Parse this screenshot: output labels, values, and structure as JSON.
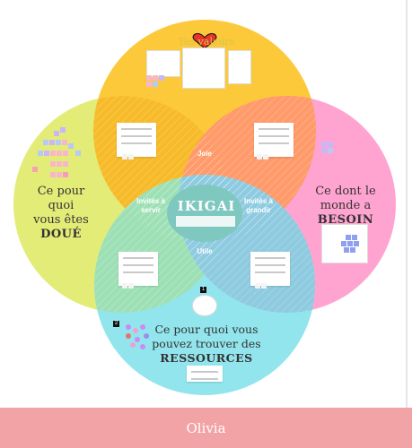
{
  "diagram": {
    "top_label": "Tes valeurs",
    "left_label": {
      "line1": "Ce pour quoi",
      "line2": "vous êtes",
      "emph": "DOUÉ"
    },
    "right_label": {
      "line1": "Ce dont le",
      "line2": "monde a",
      "emph": "BESOIN"
    },
    "bottom_label": {
      "line1": "Ce pour quoi vous",
      "line2": "pouvez trouver des",
      "emph": "RESSOURCES"
    },
    "center_title": "IKIGAI",
    "zones": {
      "joie": "Joie",
      "servir": "Invités à servir",
      "grandir": "Invités à grandir",
      "utile": "Utile"
    },
    "badges": [
      "1",
      "2"
    ],
    "colors": {
      "top": "#fcc93a",
      "left": "#e2ea6c",
      "right": "#ff9ccc",
      "bottom": "#7fe0ea"
    }
  },
  "footer": {
    "name": "Olivia"
  }
}
